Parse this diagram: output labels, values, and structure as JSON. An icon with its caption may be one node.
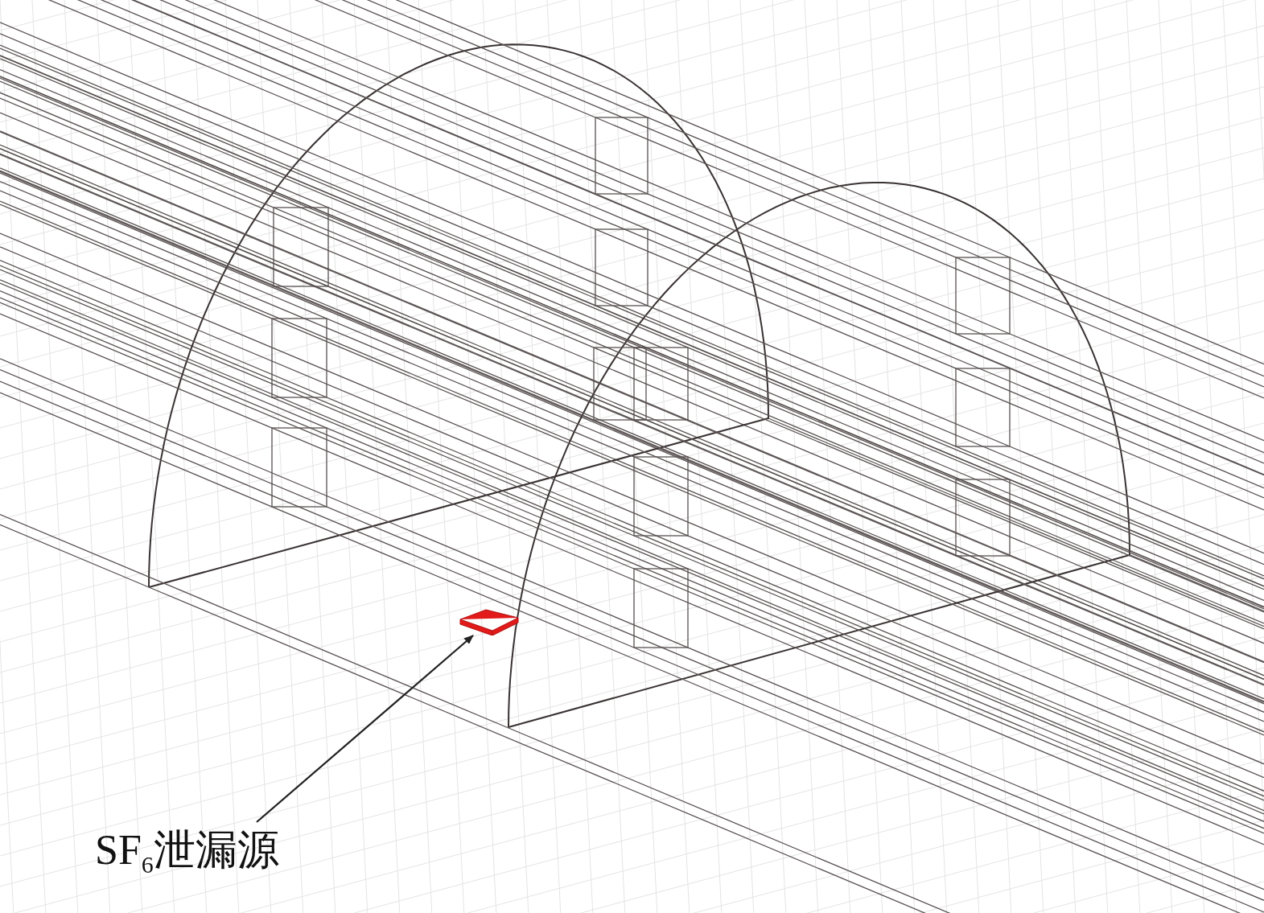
{
  "diagram": {
    "nodes": [
      {
        "text": [
          "SF$_{6}$泄漏源"
        ]
      },
      {
        "text": [],
        "shape": "box"
      }
    ],
    "edges": [
      {
        "from": 0,
        "to": 1,
        "arrow": "to"
      }
    ]
  }
}
